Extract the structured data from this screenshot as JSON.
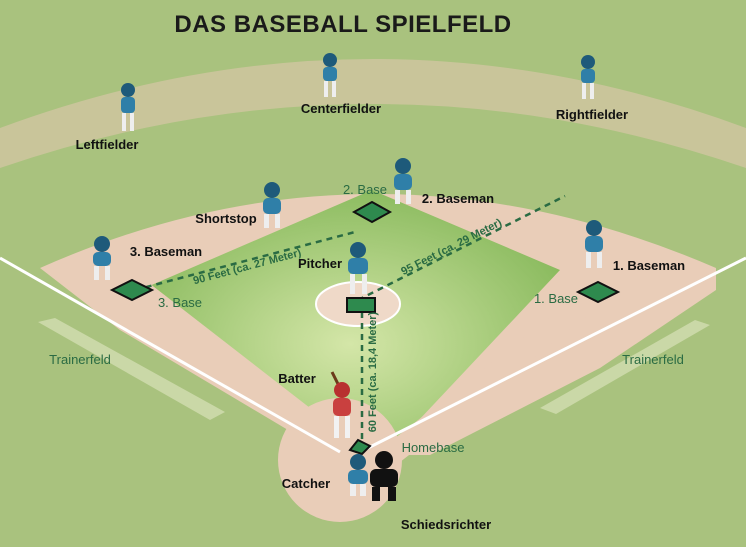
{
  "title": "DAS BASEBALL SPIELFELD",
  "players": {
    "leftfielder": "Leftfielder",
    "centerfielder": "Centerfielder",
    "rightfielder": "Rightfielder",
    "shortstop": "Shortstop",
    "second_baseman": "2. Baseman",
    "third_baseman": "3. Baseman",
    "first_baseman": "1. Baseman",
    "pitcher": "Pitcher",
    "batter": "Batter",
    "catcher": "Catcher",
    "umpire": "Schiedsrichter"
  },
  "bases": {
    "second": "2. Base",
    "third": "3. Base",
    "first": "1. Base",
    "home": "Homebase"
  },
  "areas": {
    "coach_left": "Trainerfeld",
    "coach_right": "Trainerfeld"
  },
  "distances": {
    "third_to_pitcher": "90 Feet (ca. 27 Meter)",
    "pitcher_to_first": "95 Feet (ca. 29 Meter)",
    "home_to_pitcher": "60 Feet (ca. 18,4 Meter)"
  },
  "colors": {
    "grass": "#a9c27e",
    "infield_grass": "#8fbf5c",
    "dirt": "#e9cdb8",
    "label_green": "#2a6b43",
    "jersey_blue": "#2f7fa8",
    "batter_red": "#c9403f"
  }
}
